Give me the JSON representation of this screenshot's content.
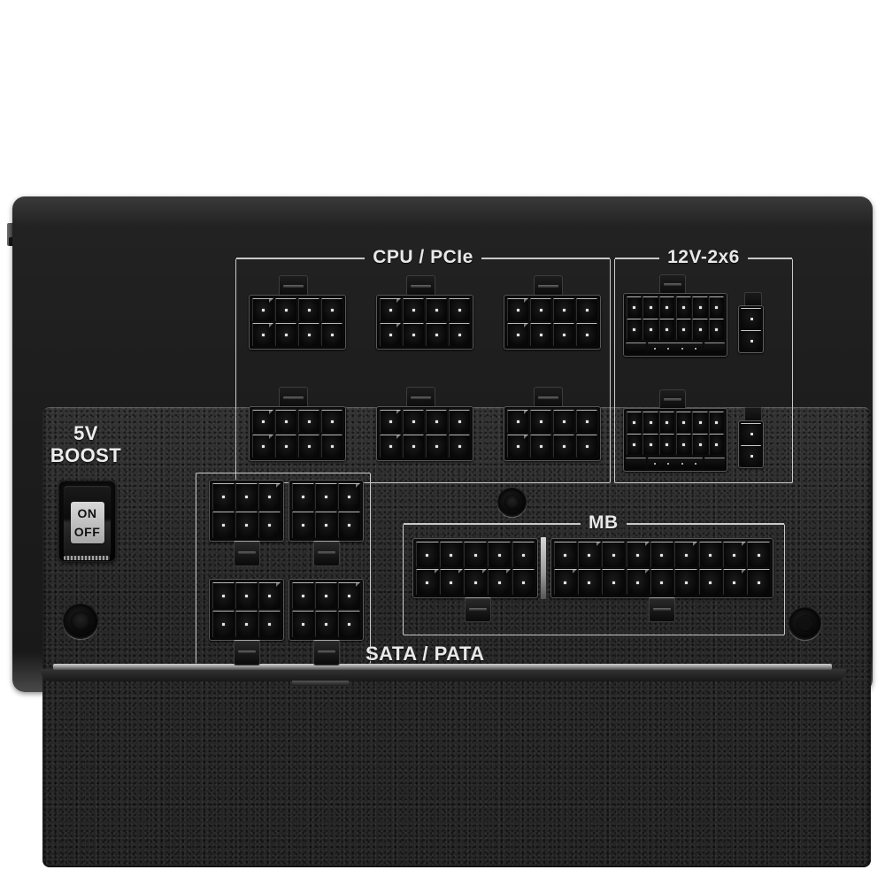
{
  "device": {
    "name": "Modular power supply connector panel",
    "face_color": "#2b2b2b",
    "outline_color": "#c9c9c9",
    "label_color": "#e8e8e8"
  },
  "groups": {
    "cpu_pcie": {
      "label": "CPU / PCIe",
      "connector_count": 6,
      "connector_type": "8-pin (4x2)",
      "rows": 2,
      "per_row": 3
    },
    "twelve_volt": {
      "label": "12V-2x6",
      "connector_count": 2,
      "connector_type": "12+4 pin (6x2 + 4 sense)",
      "aux_connector_count": 2,
      "aux_connector_type": "2-pin"
    },
    "sata_pata": {
      "label": "SATA / PATA",
      "connector_count": 4,
      "connector_type": "6-pin (3x2)",
      "rows": 2,
      "per_row": 2
    },
    "mb": {
      "label": "MB",
      "connectors": [
        {
          "type": "10-pin (5x2)",
          "columns": 5
        },
        {
          "type": "18-pin (9x2)",
          "columns": 9
        }
      ]
    }
  },
  "boost_switch": {
    "label_line1": "5V",
    "label_line2": "BOOST",
    "on_label": "ON",
    "off_label": "OFF",
    "state": "ON"
  },
  "screws": [
    {
      "name": "screw-center-top",
      "style": "recessed"
    },
    {
      "name": "screw-bottom-left",
      "style": "recessed"
    },
    {
      "name": "screw-bottom-right",
      "style": "hex"
    }
  ]
}
